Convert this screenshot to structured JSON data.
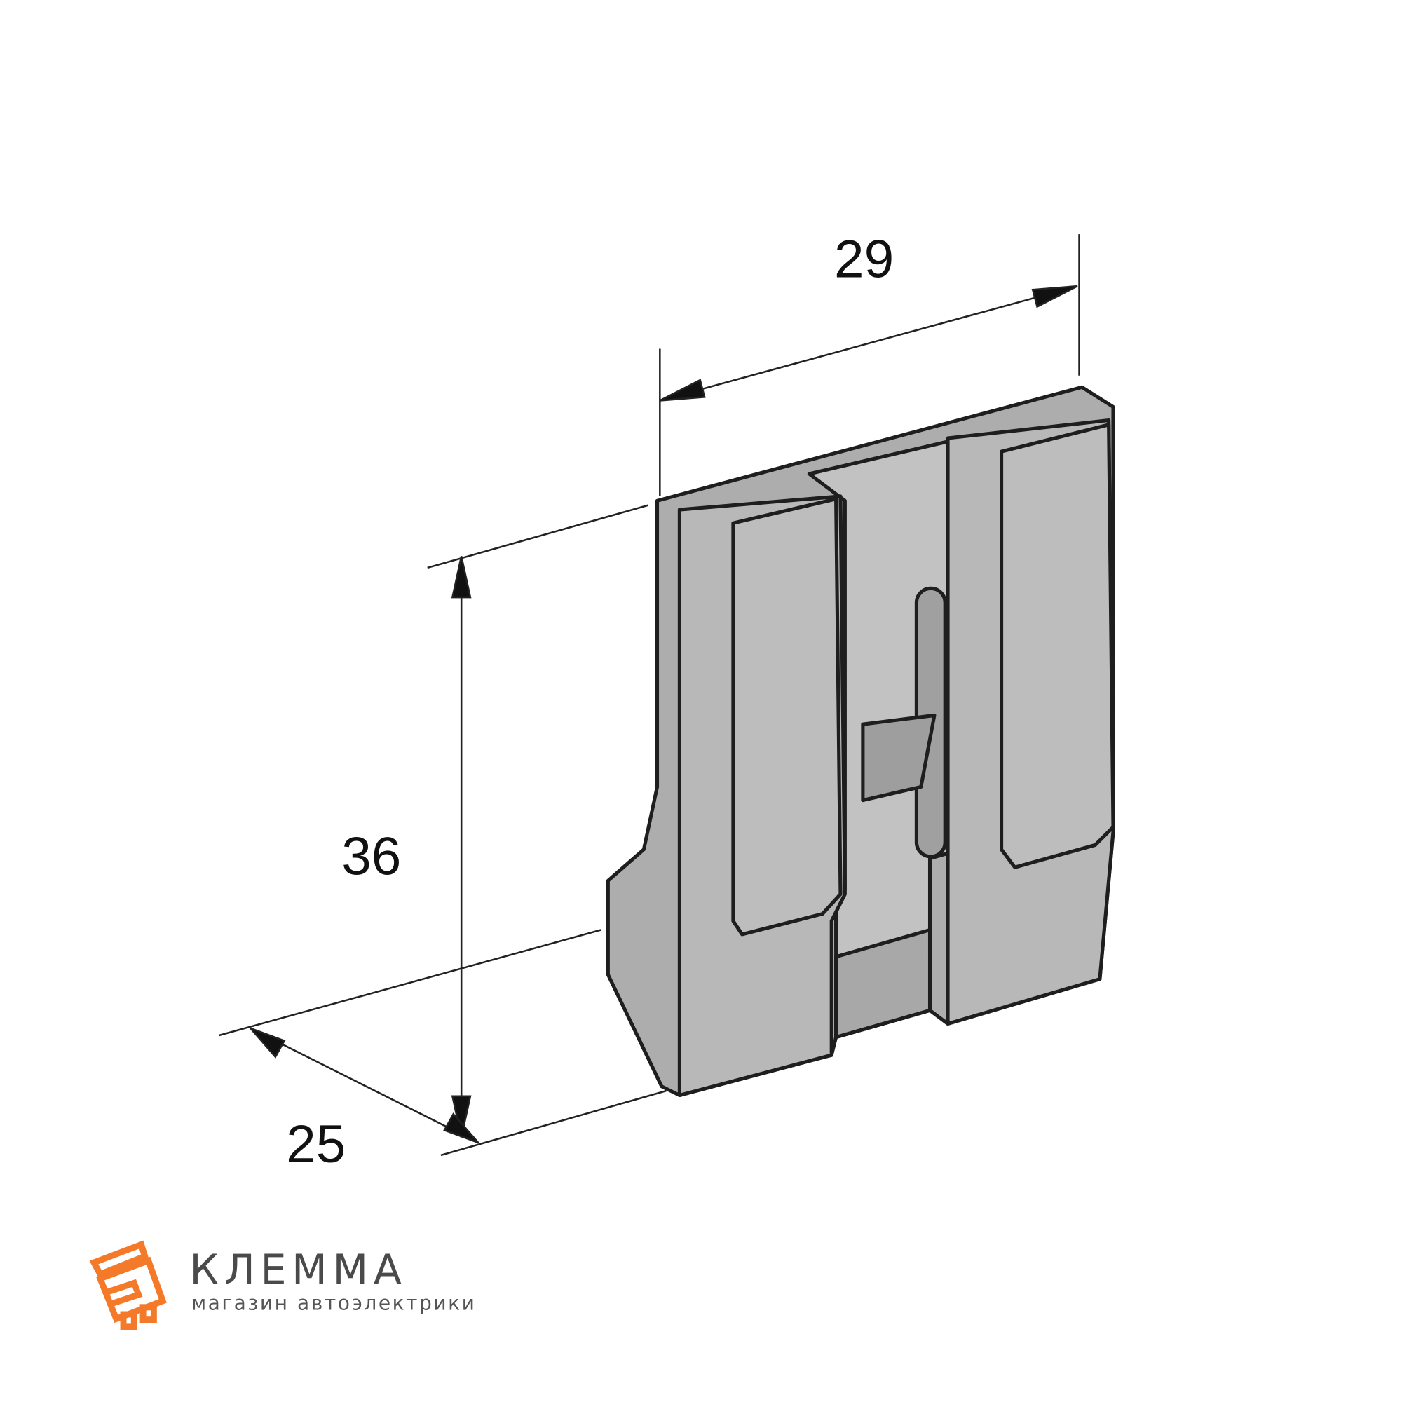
{
  "drawing": {
    "dimensions": {
      "width": "29",
      "height": "36",
      "depth": "25"
    }
  },
  "logo": {
    "brand": "КЛЕММА",
    "tagline": "магазин автоэлектрики",
    "accent_color": "#f47a2a"
  }
}
